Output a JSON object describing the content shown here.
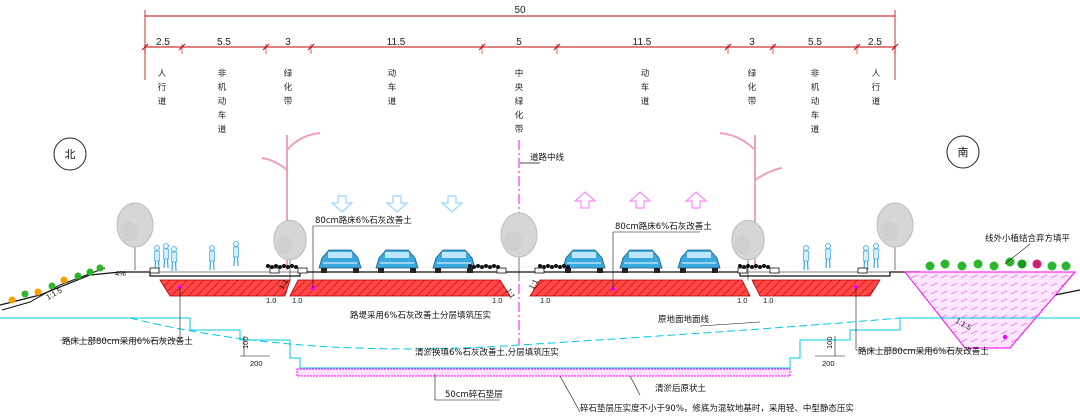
{
  "top_dimension": {
    "total": "50",
    "segments": [
      "2.5",
      "5.5",
      "3",
      "11.5",
      "5",
      "11.5",
      "3",
      "5.5",
      "2.5"
    ]
  },
  "lanes": [
    "人行道",
    "非机动车道",
    "绿化带",
    "动车道",
    "中央绿化带",
    "动车道",
    "绿化带",
    "非机动车道",
    "人行道"
  ],
  "compass": {
    "north": "北",
    "south": "南"
  },
  "labels": {
    "centerline": "道路中线",
    "subgrade_left": "80cm路床6%石灰改善土",
    "subgrade_right": "80cm路床6%石灰改善土",
    "embankment": "路堤采用6%石灰改善土分层填筑压实",
    "original_ground": "原地面地面线",
    "silt_fill": "清淤换填6%石灰改善土,分层填筑压实",
    "bed_left": "路床上部80cm采用6%石灰改善土",
    "bed_right": "路床上部80cm采用6%石灰改善土",
    "gravel": "50cm碎石垫层",
    "backfill": "清淤后原状土",
    "compaction_note": "碎石垫层压实度不小于90%，修底为混软地基时，采用轻、中型静态压实",
    "planting_note": "线外小植结合弃方填平"
  },
  "small_dims": {
    "slope_a": "1:1",
    "slope_b": "1:1.5",
    "step_h": "100",
    "step_w": "200",
    "ratio": "1.0",
    "curb": "4%"
  },
  "colors": {
    "pavement": "#ff3b3b",
    "ground_line": "#00c8e6",
    "magenta": "#ff00ff",
    "arrow_left": "#9ad6ff",
    "arrow_right": "#ff88ff",
    "car": "#3aa9e0"
  }
}
